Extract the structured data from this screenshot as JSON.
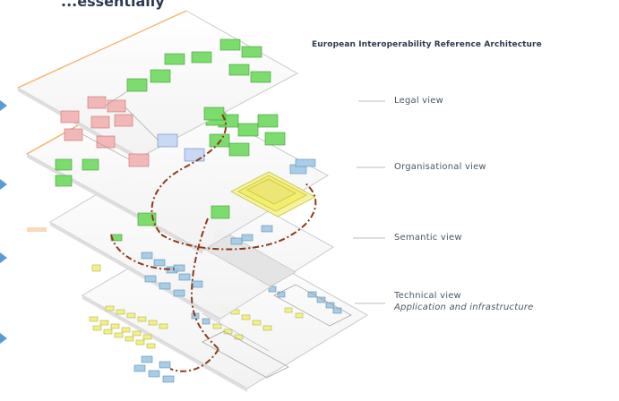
{
  "diagram": {
    "heading_cut": "...essentially",
    "title": "European Interoperability Reference Architecture",
    "views": [
      {
        "label": "Legal view",
        "sublabel": ""
      },
      {
        "label": "Organisational view",
        "sublabel": ""
      },
      {
        "label": "Semantic view",
        "sublabel": ""
      },
      {
        "label": "Technical view",
        "sublabel": "Application and infrastructure"
      }
    ],
    "colors": {
      "legal_box": "#f2b8b8",
      "organisational_box": "#7ddc6e",
      "semantic_box": "#a8cde6",
      "technical_box": "#f3f08a",
      "connector": "#8b3a1a",
      "arrow": "#5b9bd5"
    }
  }
}
